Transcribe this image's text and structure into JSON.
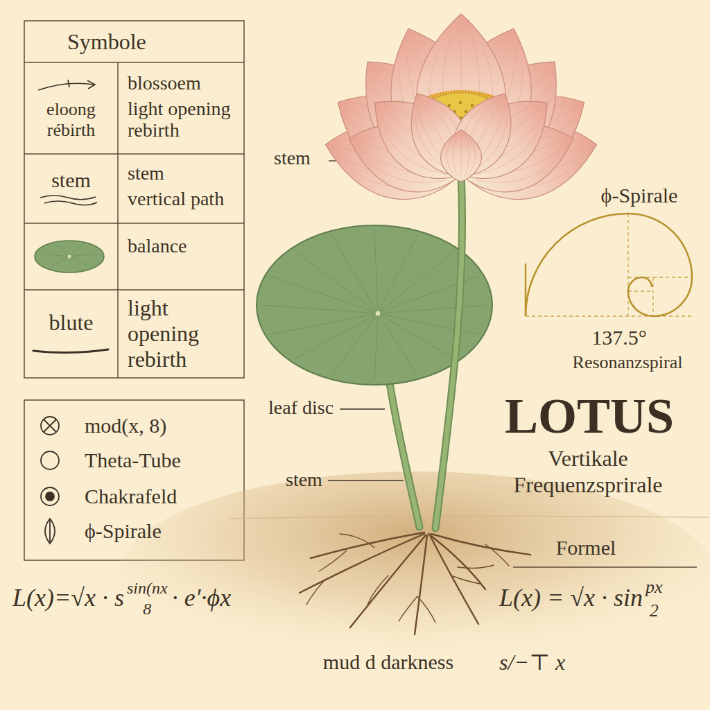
{
  "diagram": {
    "title": "LOTUS",
    "nodes": [
      {
        "text": [
          "Symbole"
        ]
      },
      {
        "text": [
          "eloong rébirth"
        ],
        "in": 0
      },
      {
        "text": [
          "blossoem",
          "light opening rebirth"
        ],
        "in": 0
      },
      {
        "text": [
          "stem"
        ],
        "in": 0
      },
      {
        "text": [
          "stem",
          "vertical path"
        ],
        "in": 0
      },
      {
        "text": [
          "balance"
        ],
        "in": 0
      },
      {
        "text": [
          "blute"
        ],
        "in": 0
      },
      {
        "text": [
          "light opening rebirth"
        ],
        "in": 0
      }
    ],
    "labels": [
      "stem",
      "leaf disc",
      "stem",
      "mud d darkness",
      "ϕ-Spirale",
      "137.5°",
      "Resonanzspiral",
      "Vertikale Frequenzsprirale",
      "Formel",
      "L(x)=√x · s",
      "sin(nx",
      "8",
      "· e′·ϕx",
      "L(x) = √x · sin",
      "px",
      "2",
      "s/−⊤ x"
    ],
    "legend": [
      {
        "text": "mod(x, 8)"
      },
      {
        "text": "Theta-Tube"
      },
      {
        "text": "Chakrafeld"
      },
      {
        "text": "ϕ-Spirale"
      }
    ]
  }
}
